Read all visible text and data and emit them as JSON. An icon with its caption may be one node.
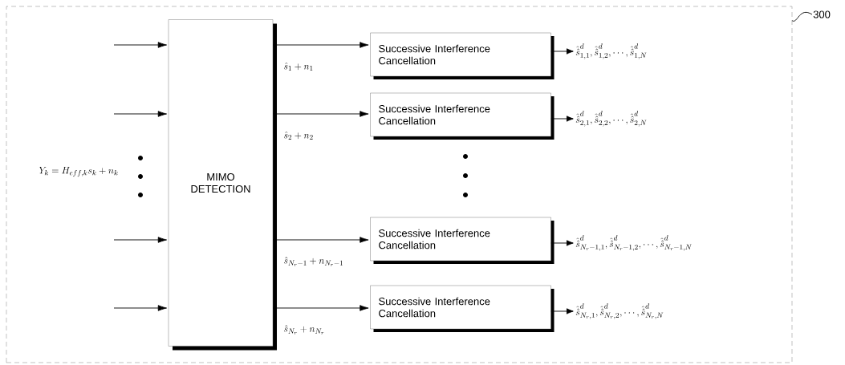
{
  "diagram": {
    "nodes": [
      {
        "text": [],
        "shape": "box"
      },
      {
        "text": [
          "MIMO DETECTION"
        ],
        "in": 0
      },
      {
        "text": [
          "Successive Interference Cancellation"
        ],
        "in": 0
      },
      {
        "text": [
          "Successive Interference Cancellation"
        ],
        "in": 0
      },
      {
        "text": [
          "Successive Interference Cancellation"
        ],
        "in": 0
      },
      {
        "text": [
          "Successive Interference Cancellation"
        ],
        "in": 0
      },
      {
        "text": [
          "\\hat{\\hat{s}}^{d}_{1,1},\\hat{\\hat{s}}^{d}_{1,2},\\cdots,\\hat{\\hat{s}}^{d}_{1,N}"
        ],
        "in": 0
      },
      {
        "text": [
          "\\hat{\\hat{s}}^{d}_{2,1},\\hat{\\hat{s}}^{d}_{2,2},\\cdots,\\hat{\\hat{s}}^{d}_{2,N}"
        ],
        "in": 0
      },
      {
        "text": [
          "\\hat{\\hat{s}}^{d}_{N_r-1,1},\\hat{\\hat{s}}^{d}_{N_r-1,2},\\cdots,\\hat{\\hat{s}}^{d}_{N_r-1,N}"
        ],
        "in": 0
      },
      {
        "text": [
          "\\hat{\\hat{s}}^{d}_{N_r,1},\\hat{\\hat{s}}^{d}_{N_r,2},\\cdots,\\hat{\\hat{s}}^{d}_{N_r,N}"
        ],
        "in": 0
      },
      {
        "text": [
          "300"
        ]
      }
    ],
    "edges": [
      {
        "from": null,
        "to": 1,
        "arrow": "to"
      },
      {
        "from": null,
        "to": 1,
        "arrow": "to"
      },
      {
        "from": null,
        "to": 1,
        "arrow": "to"
      },
      {
        "from": null,
        "to": 1,
        "arrow": "to"
      },
      {
        "from": 1,
        "to": 2,
        "arrow": "to",
        "label": "\\hat{s}_1+n_1"
      },
      {
        "from": 1,
        "to": 3,
        "arrow": "to",
        "label": "\\hat{s}_2+n_2"
      },
      {
        "from": 1,
        "to": 4,
        "arrow": "to",
        "label": "\\hat{s}_{N_r-1}+n_{N_r-1}"
      },
      {
        "from": 1,
        "to": 5,
        "arrow": "to",
        "label": "\\hat{s}_{N_r}+n_{N_r}"
      },
      {
        "from": 2,
        "to": 6,
        "arrow": "to"
      },
      {
        "from": 3,
        "to": 7,
        "arrow": "to"
      },
      {
        "from": 4,
        "to": 8,
        "arrow": "to"
      },
      {
        "from": 5,
        "to": 9,
        "arrow": "to"
      },
      {
        "from": 10,
        "to": 0,
        "arrow": "none"
      }
    ],
    "labels": [
      "Y_k=H_{eff,k}s_k+n_k"
    ]
  }
}
